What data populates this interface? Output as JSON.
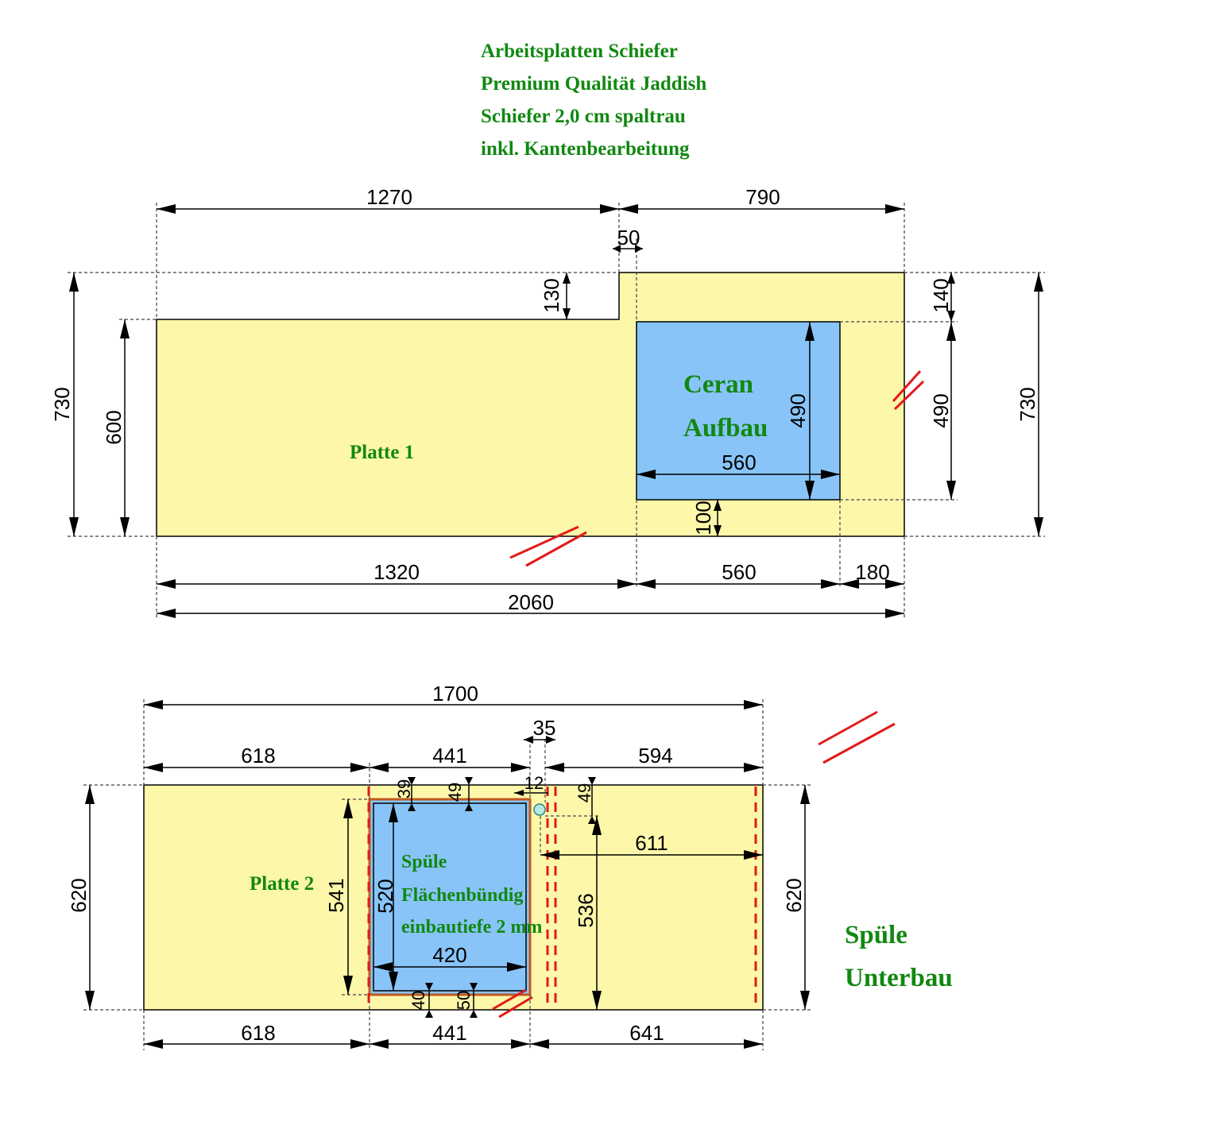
{
  "header": {
    "line1": "Arbeitsplatten Schiefer",
    "line2": "Premium Qualität Jaddish",
    "line3": "Schiefer 2,0 cm spaltrau",
    "line4": "inkl. Kantenbearbeitung"
  },
  "plate1": {
    "label": "Platte 1",
    "cutout_line1": "Ceran",
    "cutout_line2": "Aufbau",
    "dims": {
      "top_left": "1270",
      "top_right": "790",
      "step_width": "50",
      "step_height": "130",
      "right_top_gap": "140",
      "left_total_height": "730",
      "left_height": "600",
      "cutout_height": "490",
      "right_cutout_height": "490",
      "right_total_height": "730",
      "cutout_width": "560",
      "cutout_bottom_gap": "100",
      "bottom_left": "1320",
      "bottom_cutout": "560",
      "bottom_right": "180",
      "total_width": "2060"
    }
  },
  "plate2": {
    "label": "Platte 2",
    "sink_line1": "Spüle",
    "sink_line2": "Flächenbündig",
    "sink_line3": "einbautiefe 2 mm",
    "side_line1": "Spüle",
    "side_line2": "Unterbau",
    "dims": {
      "total_width": "1700",
      "tap_offset": "35",
      "top_left": "618",
      "top_sink": "441",
      "top_right": "594",
      "sink_top_offset": "39",
      "sink_top_offset2": "49",
      "tap_gap": "12",
      "tap_top": "49",
      "tap_to_edge": "611",
      "left_height": "620",
      "outer_sink_height": "541",
      "inner_sink_height": "520",
      "right_inner_height": "536",
      "right_height": "620",
      "inner_sink_width": "420",
      "sink_bottom_offset": "40",
      "sink_bottom_offset2": "50",
      "bottom_left": "618",
      "bottom_sink": "441",
      "bottom_right": "641"
    }
  }
}
